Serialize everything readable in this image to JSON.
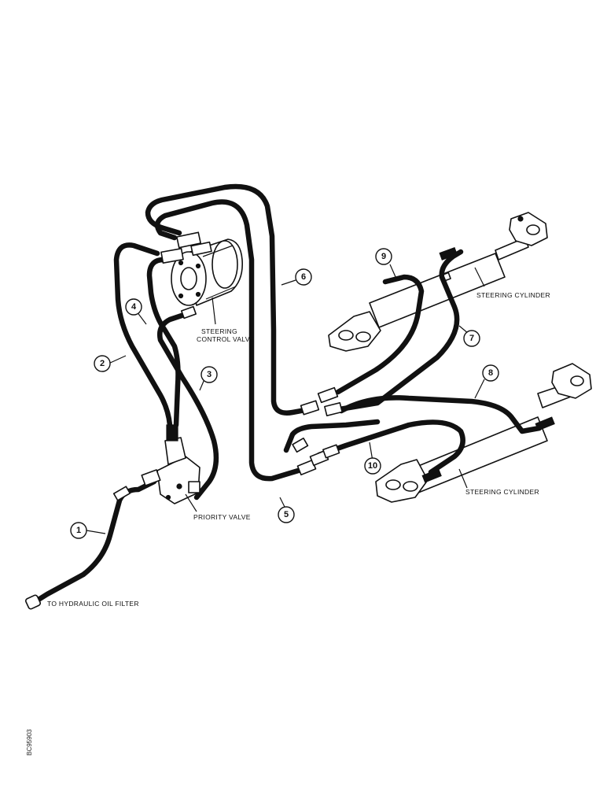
{
  "labels": {
    "steering_control_valve_line1": "STEERING",
    "steering_control_valve_line2": "CONTROL VALVE",
    "priority_valve": "PRIORITY VALVE",
    "hydraulic_oil_filter": "TO HYDRAULIC OIL FILTER",
    "steering_cylinder_upper": "STEERING CYLINDER",
    "steering_cylinder_lower": "STEERING CYLINDER"
  },
  "callouts": [
    "1",
    "2",
    "3",
    "4",
    "5",
    "6",
    "7",
    "8",
    "9",
    "10"
  ],
  "figure_id": "BC95903"
}
